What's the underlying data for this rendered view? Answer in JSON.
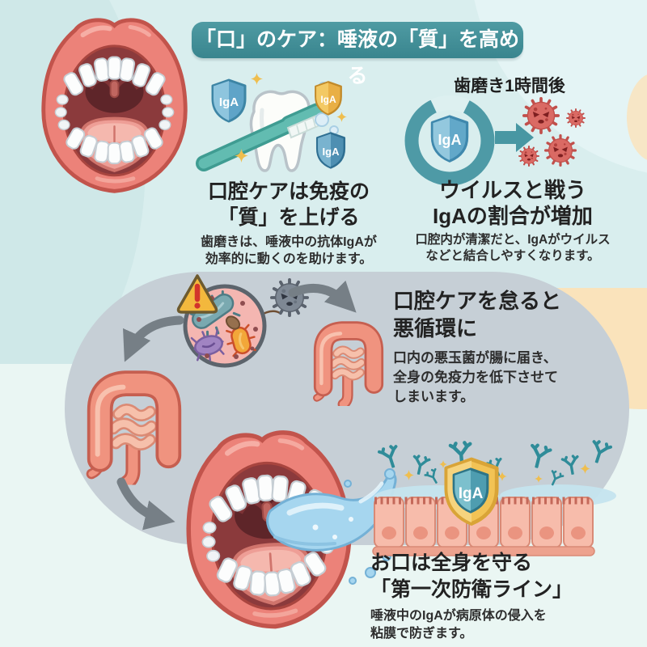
{
  "title": "「口」のケア：唾液の「質」を高める",
  "labels": {
    "iga": "IgA"
  },
  "sections": {
    "oral_care": {
      "heading1": "口腔ケアは免疫の",
      "heading2": "「質」を上げる",
      "body1": "歯磨きは、唾液中の抗体IgAが",
      "body2": "効率的に動くのを助けます。"
    },
    "after_brushing": {
      "label": "歯磨き1時間後",
      "heading1": "ウイルスと戦う",
      "heading2": "IgAの割合が増加",
      "body1": "口腔内が清潔だと、IgAがウイルス",
      "body2": "などと結合しやすくなります。"
    },
    "neglect": {
      "heading1": "口腔ケアを怠ると",
      "heading2": "悪循環に",
      "body1": "口内の悪玉菌が腸に届き、",
      "body2": "全身の免疫力を低下させて",
      "body3": "しまいます。"
    },
    "defense": {
      "heading1": "お口は全身を守る",
      "heading2": "「第一次防衛ライン」",
      "body1": "唾液中のIgAが病原体の侵入を",
      "body2": "粘膜で防ぎます。"
    }
  },
  "colors": {
    "banner_teal": "#3f8a93",
    "band_gray": "#c6cfd6",
    "peach": "#fae3bb",
    "virus_red": "#da6a64",
    "shield_blue": "#5fa4c8",
    "shield_gold": "#e9af45",
    "saliva_blue": "#a6d6ef",
    "cell_pink": "#f7bcab",
    "donut_teal": "#4e9aa6"
  }
}
